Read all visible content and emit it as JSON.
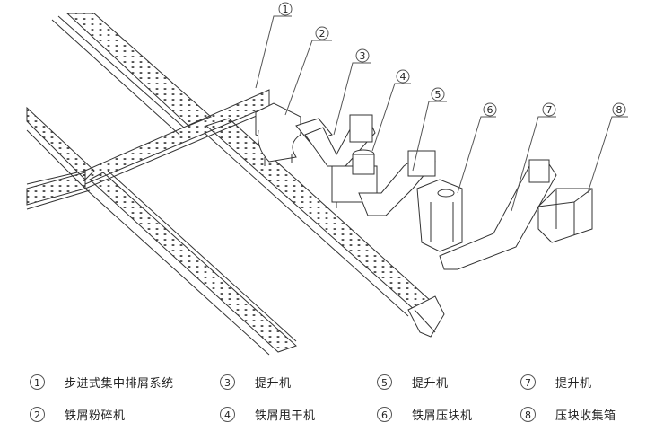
{
  "diagram": {
    "subject": "Chip handling system layout (isometric line drawing)",
    "callouts": [
      "1",
      "2",
      "3",
      "4",
      "5",
      "6",
      "7",
      "8"
    ],
    "components": [
      {
        "id": "1",
        "icon": "stepping-chip-conveyor-trough"
      },
      {
        "id": "2",
        "icon": "chip-crusher"
      },
      {
        "id": "3",
        "icon": "lifting-conveyor"
      },
      {
        "id": "4",
        "icon": "chip-centrifuge"
      },
      {
        "id": "5",
        "icon": "lifting-conveyor"
      },
      {
        "id": "6",
        "icon": "chip-briquetting-press"
      },
      {
        "id": "7",
        "icon": "lifting-conveyor"
      },
      {
        "id": "8",
        "icon": "briquette-collection-bin"
      }
    ]
  },
  "legend": {
    "items": [
      {
        "num": "1",
        "label": "步进式集中排屑系统"
      },
      {
        "num": "2",
        "label": "铁屑粉碎机"
      },
      {
        "num": "3",
        "label": "提升机"
      },
      {
        "num": "4",
        "label": "铁屑甩干机"
      },
      {
        "num": "5",
        "label": "提升机"
      },
      {
        "num": "6",
        "label": "铁屑压块机"
      },
      {
        "num": "7",
        "label": "提升机"
      },
      {
        "num": "8",
        "label": "压块收集箱"
      }
    ]
  },
  "colors": {
    "line": "#333333",
    "background": "#ffffff",
    "text": "#222222"
  }
}
